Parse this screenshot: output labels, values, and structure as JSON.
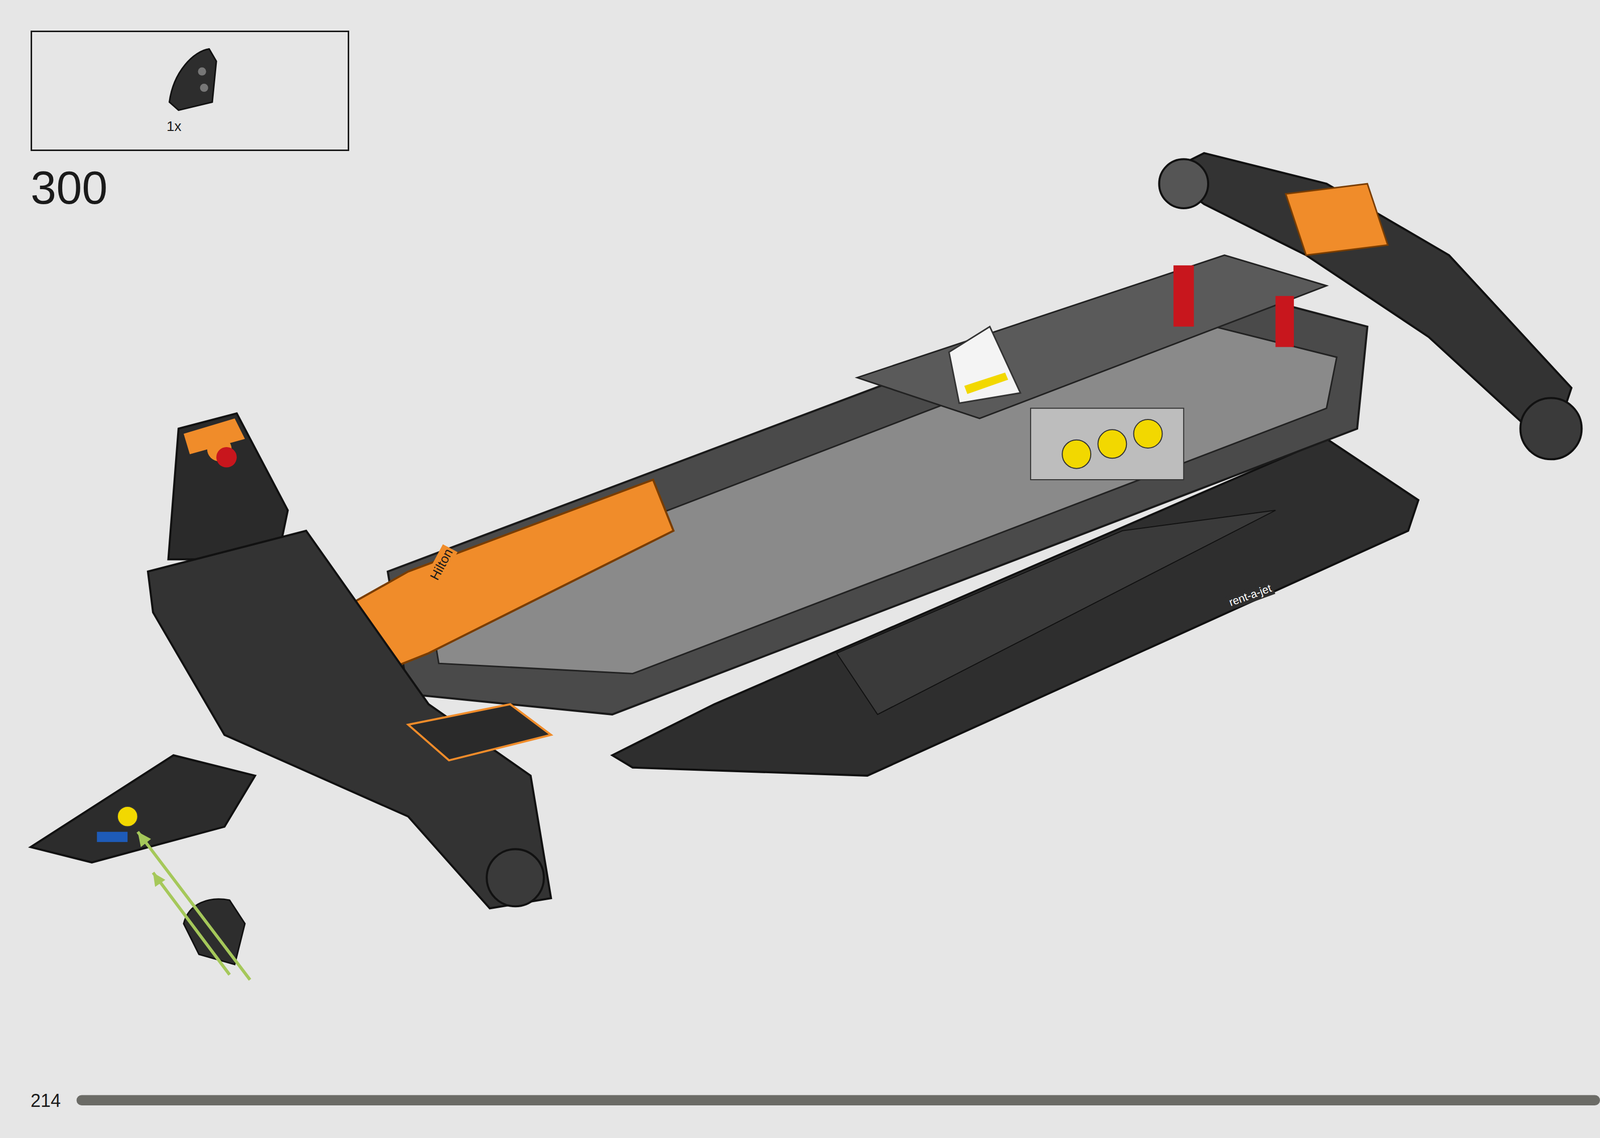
{
  "diagram": {
    "nodes": [
      {
        "text": [
          "1x"
        ]
      }
    ],
    "labels": [
      "300",
      "214",
      "Hilton",
      "rent-a-jet"
    ]
  }
}
